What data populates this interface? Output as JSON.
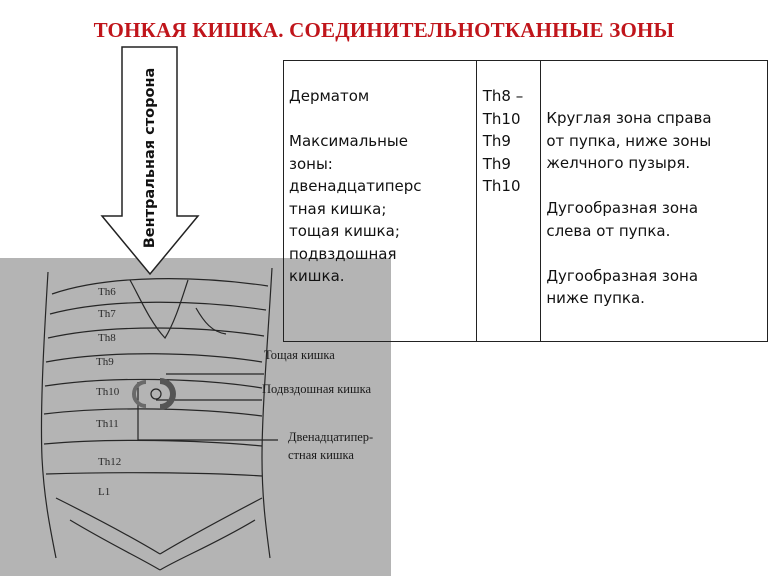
{
  "title": "ТОНКАЯ КИШКА. СОЕДИНИТЕЛЬНОТКАННЫЕ ЗОНЫ",
  "arrow": {
    "label": "Вентральная сторона"
  },
  "table": {
    "col1": {
      "heading": "Дерматом",
      "lines": [
        "Максимальные",
        "зоны:",
        "двенадцатиперс",
        "тная кишка;",
        "тощая кишка;",
        "подвздошная",
        "кишка."
      ]
    },
    "col2": {
      "lines": [
        "Th8 –",
        "Th10",
        "Th9",
        "Th9",
        "Th10"
      ]
    },
    "col3": {
      "zone1": [
        "Круглая зона справа",
        "от пупка, ниже зоны",
        "желчного пузыря."
      ],
      "zone2": [
        "Дугообразная зона",
        "слева от пупка."
      ],
      "zone3": [
        "Дугообразная зона",
        "ниже пупка."
      ]
    }
  },
  "figure": {
    "dermatomes": [
      "Th6",
      "Th7",
      "Th8",
      "Th9",
      "Th10",
      "Th11",
      "Th12",
      "L1"
    ],
    "callouts": {
      "jejunum": "Тощая кишка",
      "ileum": "Подвздошная кишка",
      "duodenum_l1": "Двенадцатипер-",
      "duodenum_l2": "стная кишка"
    }
  }
}
